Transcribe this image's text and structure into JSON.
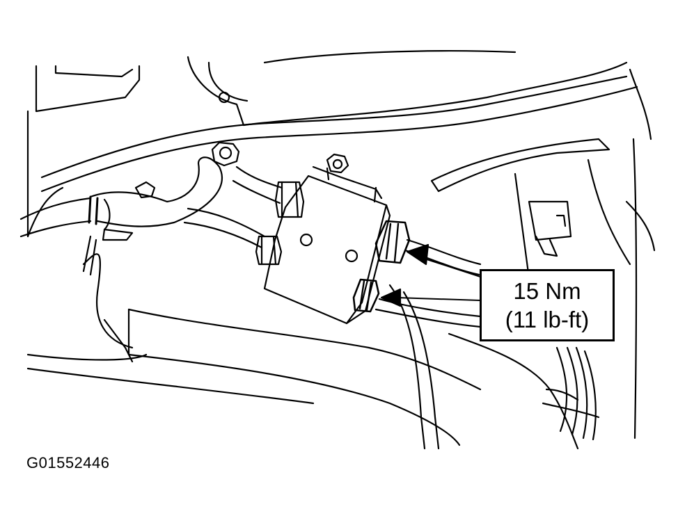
{
  "callout": {
    "metric": "15 Nm",
    "imperial": "(11 lb-ft)"
  },
  "figure_id": "G01552446",
  "colors": {
    "ink": "#000000",
    "paper": "#ffffff"
  }
}
